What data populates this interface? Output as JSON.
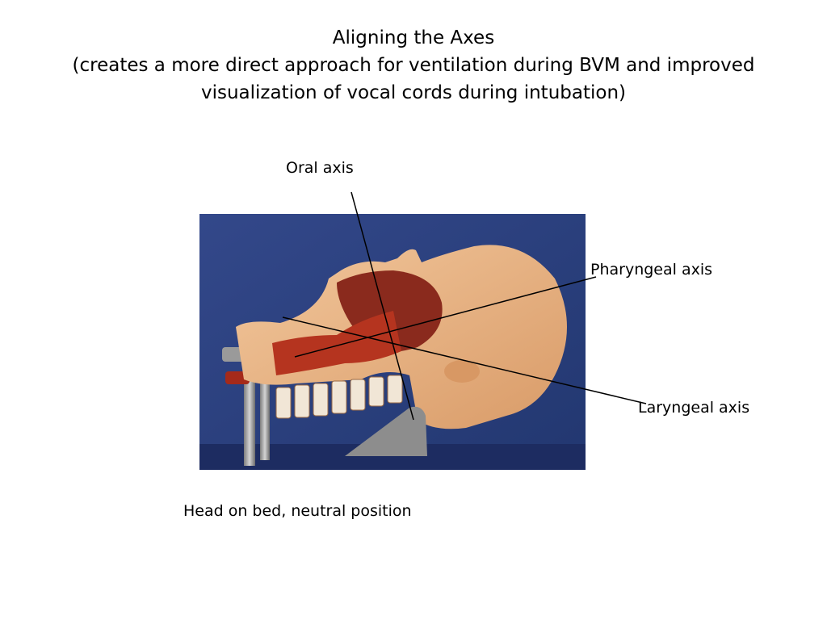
{
  "title": {
    "line1": "Aligning the Axes",
    "line2": "(creates a more direct approach for ventilation during BVM and improved",
    "line3": "visualization of vocal cords during intubation)"
  },
  "labels": {
    "oral_axis": "Oral axis",
    "pharyngeal_axis": "Pharyngeal axis",
    "laryngeal_axis": "Laryngeal axis"
  },
  "caption": "Head on bed, neutral position",
  "colors": {
    "background": "#ffffff",
    "photo_backdrop": "#2b3f78",
    "model_skin": "#e9b485",
    "airway": "#b5341f",
    "axis_lines": "#000000"
  }
}
